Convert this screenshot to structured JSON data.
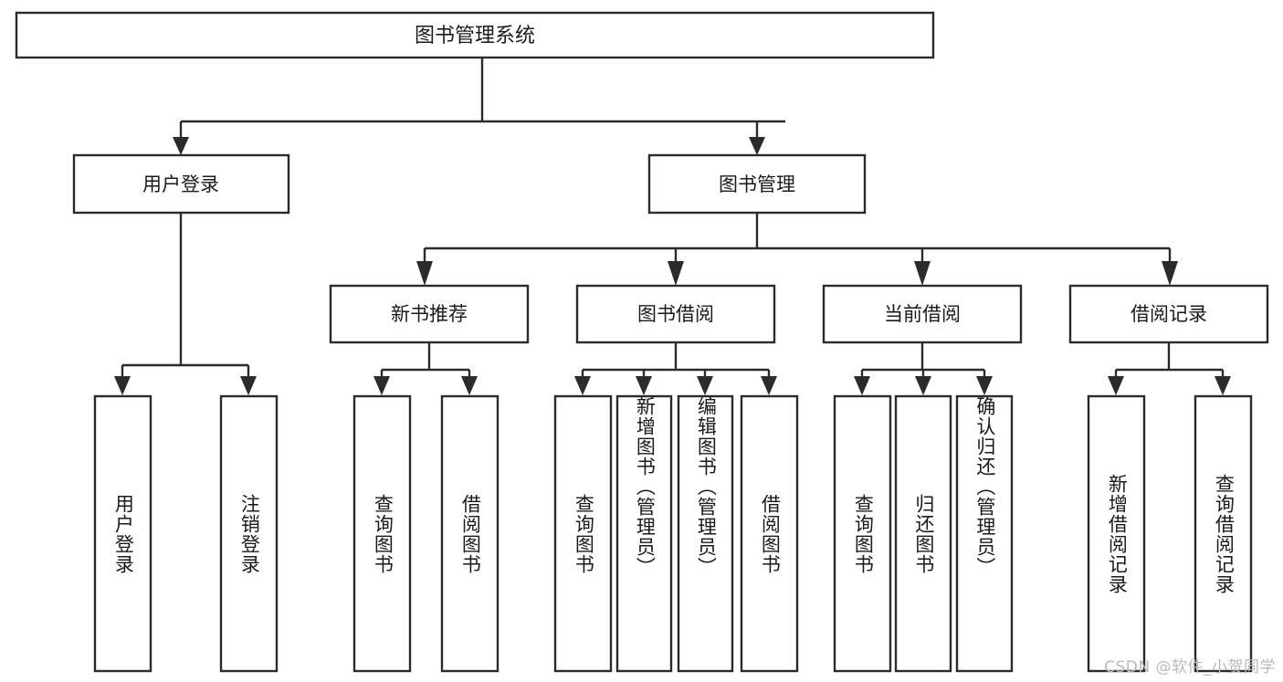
{
  "diagram": {
    "title": "图书管理系统",
    "type": "tree-hierarchy-chart",
    "watermark": "CSDN @软件_小贺同学",
    "root": {
      "label": "图书管理系统"
    },
    "level2": [
      {
        "label": "用户登录"
      },
      {
        "label": "图书管理"
      }
    ],
    "level3": [
      {
        "label": "新书推荐"
      },
      {
        "label": "图书借阅"
      },
      {
        "label": "当前借阅"
      },
      {
        "label": "借阅记录"
      }
    ],
    "leaves": {
      "user_login": [
        {
          "label": "用户登录"
        },
        {
          "label": "注销登录"
        }
      ],
      "new_book_recommend": [
        {
          "label": "查询图书"
        },
        {
          "label": "借阅图书"
        }
      ],
      "book_borrow": [
        {
          "label": "查询图书"
        },
        {
          "label": "新增图书（管理员）"
        },
        {
          "label": "编辑图书（管理员）"
        },
        {
          "label": "借阅图书"
        }
      ],
      "current_borrow": [
        {
          "label": "查询图书"
        },
        {
          "label": "归还图书"
        },
        {
          "label": "确认归还（管理员）"
        }
      ],
      "borrow_record": [
        {
          "label": "新增借阅记录"
        },
        {
          "label": "查询借阅记录"
        }
      ]
    },
    "colors": {
      "stroke": "#2b2b2b",
      "fill": "#ffffff",
      "text": "#1a1a1a",
      "watermark": "#b9b9b9"
    }
  }
}
